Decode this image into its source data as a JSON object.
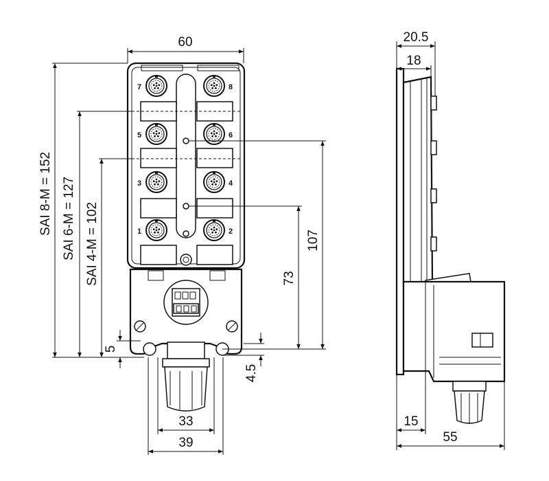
{
  "front_view": {
    "dims": {
      "width_top": "60",
      "sai8": "SAI 8-M = 152",
      "sai6": "SAI 6-M = 127",
      "sai4": "SAI 4-M = 102",
      "h107": "107",
      "h73": "73",
      "d5": "5",
      "d4_5": "4.5",
      "w33": "33",
      "w39": "39"
    },
    "ports": [
      "7",
      "8",
      "5",
      "6",
      "3",
      "4",
      "1",
      "2"
    ]
  },
  "side_view": {
    "dims": {
      "w20_5": "20.5",
      "w18": "18",
      "w15": "15",
      "w55": "55"
    }
  }
}
